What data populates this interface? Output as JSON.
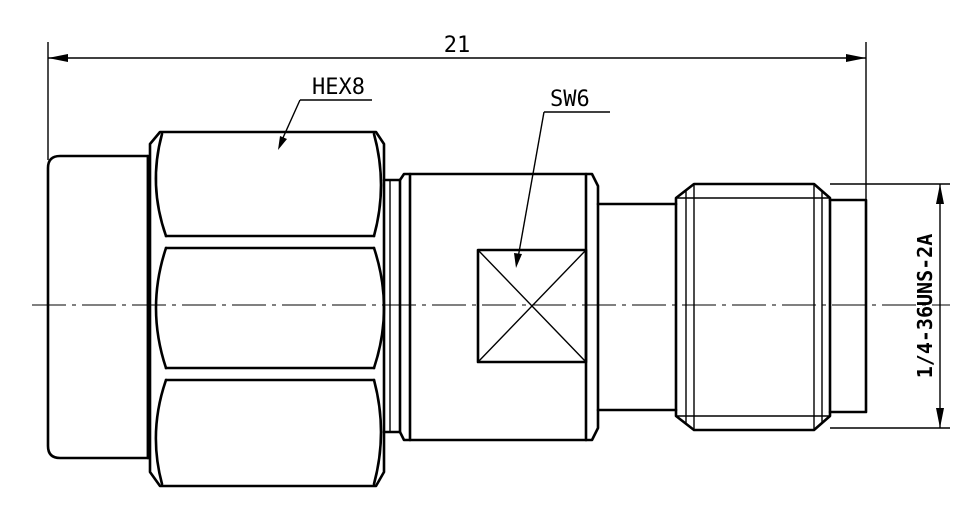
{
  "drawing": {
    "overall_length": "21",
    "hex_label": "HEX8",
    "wrench_label": "SW6",
    "thread_label": "1/4-36UNS-2A"
  }
}
